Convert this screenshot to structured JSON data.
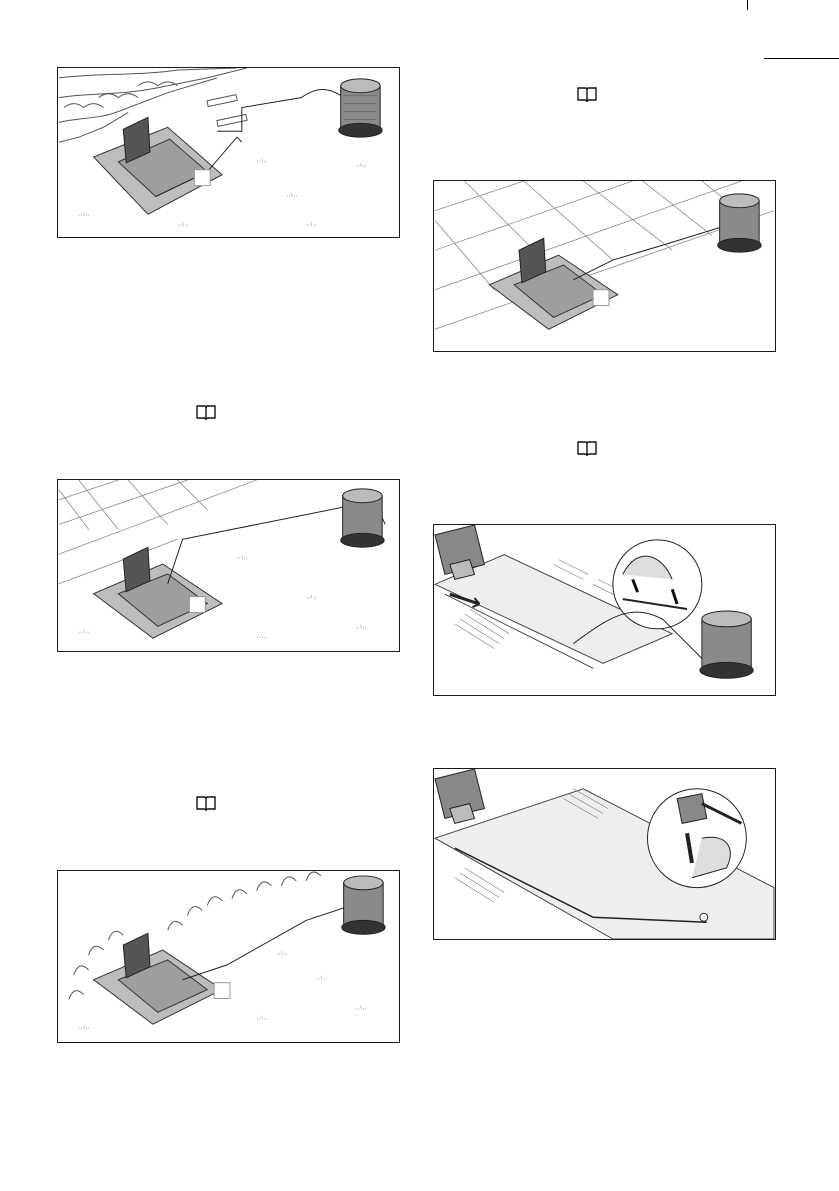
{
  "page": {
    "book_icon": "manual-book-icon",
    "figures": [
      {
        "id": "fig-1",
        "scene": "stone-wall-edge",
        "label": ""
      },
      {
        "id": "fig-2",
        "scene": "paving-tiles",
        "label": ""
      },
      {
        "id": "fig-3",
        "scene": "flower-bed-edge",
        "label": ""
      },
      {
        "id": "fig-4",
        "scene": "paving-tiles-full",
        "label": ""
      },
      {
        "id": "fig-5",
        "scene": "wire-insertion-detail",
        "label": ""
      },
      {
        "id": "fig-6",
        "scene": "peg-hammering-detail",
        "label": ""
      }
    ],
    "colors": {
      "line": "#1a1a1a",
      "station": "#8c8c8c",
      "station_dark": "#4d4d4d",
      "spool": "#7a7a7a",
      "grass": "#9a9a9a"
    }
  }
}
